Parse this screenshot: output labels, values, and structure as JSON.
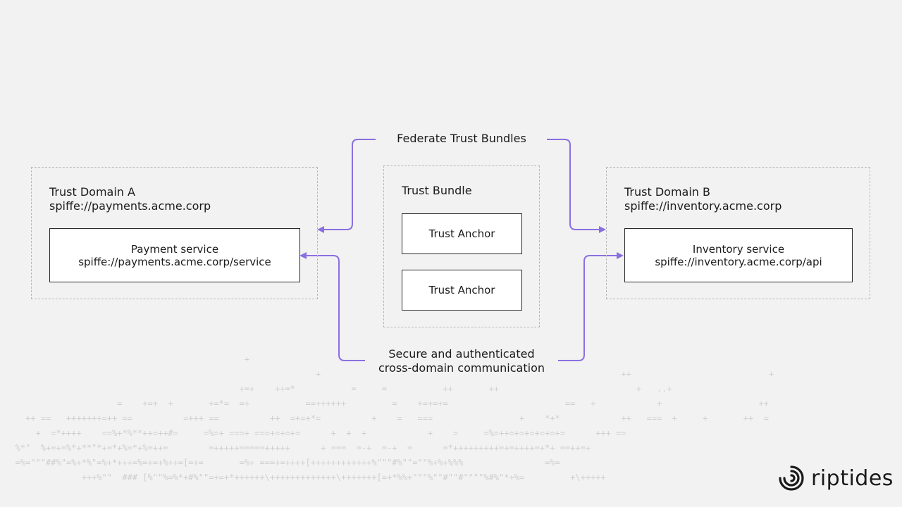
{
  "federate_label": "Federate Trust Bundles",
  "secure_label": {
    "line1": "Secure and authenticated",
    "line2": "cross-domain communication"
  },
  "domain_a": {
    "title": "Trust Domain A",
    "id": "spiffe://payments.acme.corp",
    "service_name": "Payment service",
    "service_id": "spiffe://payments.acme.corp/service"
  },
  "domain_b": {
    "title": "Trust Domain B",
    "id": "spiffe://inventory.acme.corp",
    "service_name": "Inventory service",
    "service_id": "spiffe://inventory.acme.corp/api"
  },
  "bundle": {
    "title": "Trust Bundle",
    "anchors": [
      "Trust Anchor",
      "Trust Anchor"
    ]
  },
  "logo": {
    "text": "riptides",
    "icon": "riptides-swirl-icon"
  },
  "colors": {
    "accent": "#8b6fe0",
    "border_dashed": "#b8b8b8",
    "background": "#f2f2f2"
  }
}
